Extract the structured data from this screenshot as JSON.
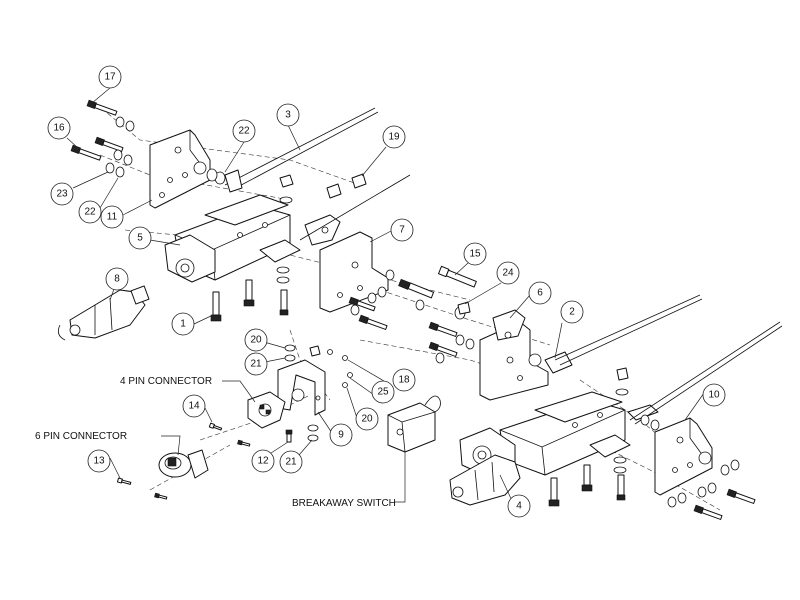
{
  "labels": {
    "four_pin": "4 PIN CONNECTOR",
    "six_pin": "6 PIN CONNECTOR",
    "breakaway": "BREAKAWAY SWITCH"
  },
  "callouts": [
    {
      "id": "c1",
      "num": "1"
    },
    {
      "id": "c2",
      "num": "2"
    },
    {
      "id": "c3",
      "num": "3"
    },
    {
      "id": "c4",
      "num": "4"
    },
    {
      "id": "c5",
      "num": "5"
    },
    {
      "id": "c6",
      "num": "6"
    },
    {
      "id": "c7",
      "num": "7"
    },
    {
      "id": "c8",
      "num": "8"
    },
    {
      "id": "c9",
      "num": "9"
    },
    {
      "id": "c10",
      "num": "10"
    },
    {
      "id": "c11",
      "num": "11"
    },
    {
      "id": "c12",
      "num": "12"
    },
    {
      "id": "c13",
      "num": "13"
    },
    {
      "id": "c14",
      "num": "14"
    },
    {
      "id": "c15",
      "num": "15"
    },
    {
      "id": "c16",
      "num": "16"
    },
    {
      "id": "c17",
      "num": "17"
    },
    {
      "id": "c18",
      "num": "18"
    },
    {
      "id": "c19",
      "num": "19"
    },
    {
      "id": "c20a",
      "num": "20"
    },
    {
      "id": "c20b",
      "num": "20"
    },
    {
      "id": "c21a",
      "num": "21"
    },
    {
      "id": "c21b",
      "num": "21"
    },
    {
      "id": "c22a",
      "num": "22"
    },
    {
      "id": "c22b",
      "num": "22"
    },
    {
      "id": "c23",
      "num": "23"
    },
    {
      "id": "c24",
      "num": "24"
    },
    {
      "id": "c25",
      "num": "25"
    }
  ]
}
